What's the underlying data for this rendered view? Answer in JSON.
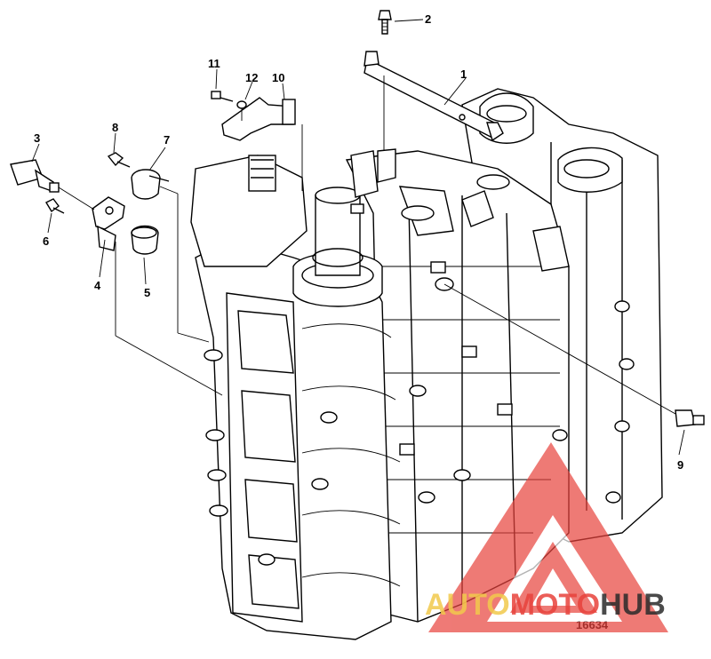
{
  "callouts": {
    "c1": "1",
    "c2": "2",
    "c3": "3",
    "c4": "4",
    "c5": "5",
    "c6": "6",
    "c7": "7",
    "c8": "8",
    "c9": "9",
    "c10": "10",
    "c11": "11",
    "c12": "12"
  },
  "figure_number": "16634",
  "watermark": {
    "part1": "AUTO",
    "part2": "MOTO",
    "part3": "HUB",
    "color_primary": "#e8423c",
    "color_secondary": "#f2c94c",
    "color_dark": "#2b2b2b"
  }
}
